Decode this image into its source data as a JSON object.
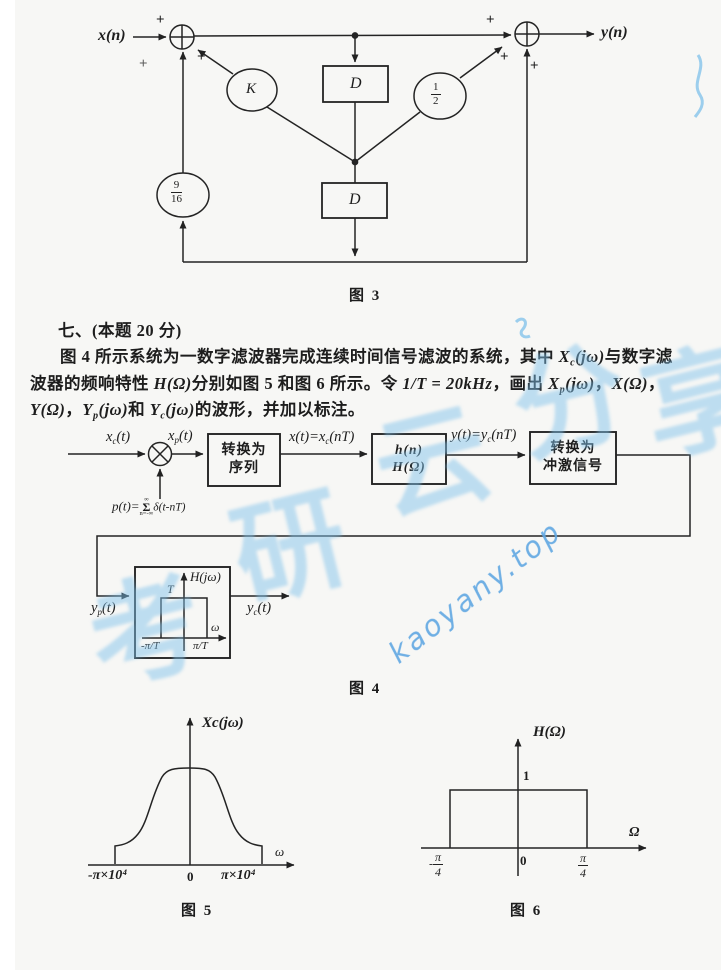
{
  "colors": {
    "ink": "#222222",
    "paper": "#f7f7f5",
    "watermark_blue": "#7ec0ea"
  },
  "watermark": {
    "site": "kaoyany.top",
    "c1": "考",
    "c2": "研",
    "c3": "云",
    "c4": "分",
    "c5": "享"
  },
  "fig3": {
    "caption": "图 3",
    "x_in": "x(n)",
    "y_out": "y(n)",
    "k": "K",
    "d": "D",
    "half_num": "1",
    "half_den": "2",
    "gain_num": "9",
    "gain_den": "16",
    "plus": "+"
  },
  "problem": {
    "heading": "七、(本题 20 分)",
    "l1a": "图 4 所示系统为一数字滤波器完成连续时间信号滤波的系统，其中 ",
    "l1mb": "X",
    "l1ms": "c",
    "l1mr": "(jω)",
    "l1b": "与数字滤",
    "l2a": "波器的频响特性 ",
    "l2m1": "H(Ω)",
    "l2b": "分别如图 5 和图 6 所示。令 ",
    "l2m2": "1/T = 20kHz",
    "l2c": "，画出 ",
    "l2m3b": "X",
    "l2m3s": "p",
    "l2m3r": "(jω)",
    "l2d": "，",
    "l2m4": "X(Ω)",
    "l2e": "，",
    "l3m1": "Y(Ω)",
    "l3a": "，",
    "l3m2b": "Y",
    "l3m2s": "p",
    "l3m2r": "(jω)",
    "l3b": "和 ",
    "l3m3b": "Y",
    "l3m3s": "c",
    "l3m3r": "(jω)",
    "l3c": "的波形，并加以标注。"
  },
  "fig4": {
    "caption": "图 4",
    "box1_l1": "转换为",
    "box1_l2": "序列",
    "box2_l1": "h(n)",
    "box2_l2": "H(Ω)",
    "box3_l1": "转换为",
    "box3_l2": "冲激信号",
    "xc_b": "x",
    "xc_s": "c",
    "xc_r": "(t)",
    "xp_b": "x",
    "xp_s": "p",
    "xp_r": "(t)",
    "xn_a": "x(t)=x",
    "xn_s": "c",
    "xn_r": "(nT)",
    "yn_a": "y(t)=y",
    "yn_s": "c",
    "yn_r": "(nT)",
    "yp_b": "y",
    "yp_s": "p",
    "yp_r": "(t)",
    "yc_b": "y",
    "yc_s": "c",
    "yc_r": "(t)",
    "pt_lead": "p(t)=",
    "pt_top": "∞",
    "pt_sg": "Σ",
    "pt_bot": "n=-∞",
    "pt_tail": "δ(t-nT)",
    "flt_h": "H(jω)",
    "flt_t": "T",
    "flt_w": "ω",
    "flt_neg": "-π/T",
    "flt_pos": "π/T"
  },
  "fig5": {
    "caption": "图 5",
    "title": "Xc(jω)",
    "omega": "ω",
    "neg": "-π×10⁴",
    "zero": "0",
    "pos": "π×10⁴"
  },
  "fig6": {
    "caption": "图 6",
    "title": "H(Ω)",
    "one": "1",
    "omega": "Ω",
    "zero": "0",
    "minus": "-",
    "pi": "π",
    "four": "4"
  },
  "chart_data": [
    {
      "id": "fig5",
      "type": "line",
      "title": "Xc(jω)",
      "xlabel": "ω",
      "ylabel": "Xc(jω)",
      "x_ticks": [
        "-π×10⁴",
        "0",
        "π×10⁴"
      ],
      "description": "Band-limited bell-shaped spectrum of xc(t); nonzero only for |ω| ≤ π×10⁴ rad/s, smooth rounded peak at ω = 0, small vertical edges at the band limits.",
      "x": [
        -31416,
        -31416,
        -26000,
        -18000,
        -9000,
        0,
        9000,
        18000,
        26000,
        31416,
        31416
      ],
      "y": [
        0,
        0.18,
        0.25,
        0.55,
        0.95,
        1.0,
        0.95,
        0.55,
        0.25,
        0.18,
        0
      ],
      "xlim": [
        -42000,
        45000
      ],
      "ylim": [
        0,
        1.3
      ],
      "grid": false
    },
    {
      "id": "fig6",
      "type": "line",
      "title": "H(Ω)",
      "xlabel": "Ω",
      "x_ticks": [
        "-π/4",
        "0",
        "π/4"
      ],
      "y_ticks": [
        "1"
      ],
      "description": "Ideal low-pass digital filter frequency response: amplitude 1 for |Ω| ≤ π/4, 0 elsewhere.",
      "x": [
        -0.7854,
        -0.7854,
        0.7854,
        0.7854
      ],
      "y": [
        0,
        1,
        1,
        0
      ],
      "xlim": [
        -1.4,
        1.9
      ],
      "ylim": [
        0,
        1.4
      ],
      "grid": false
    }
  ]
}
